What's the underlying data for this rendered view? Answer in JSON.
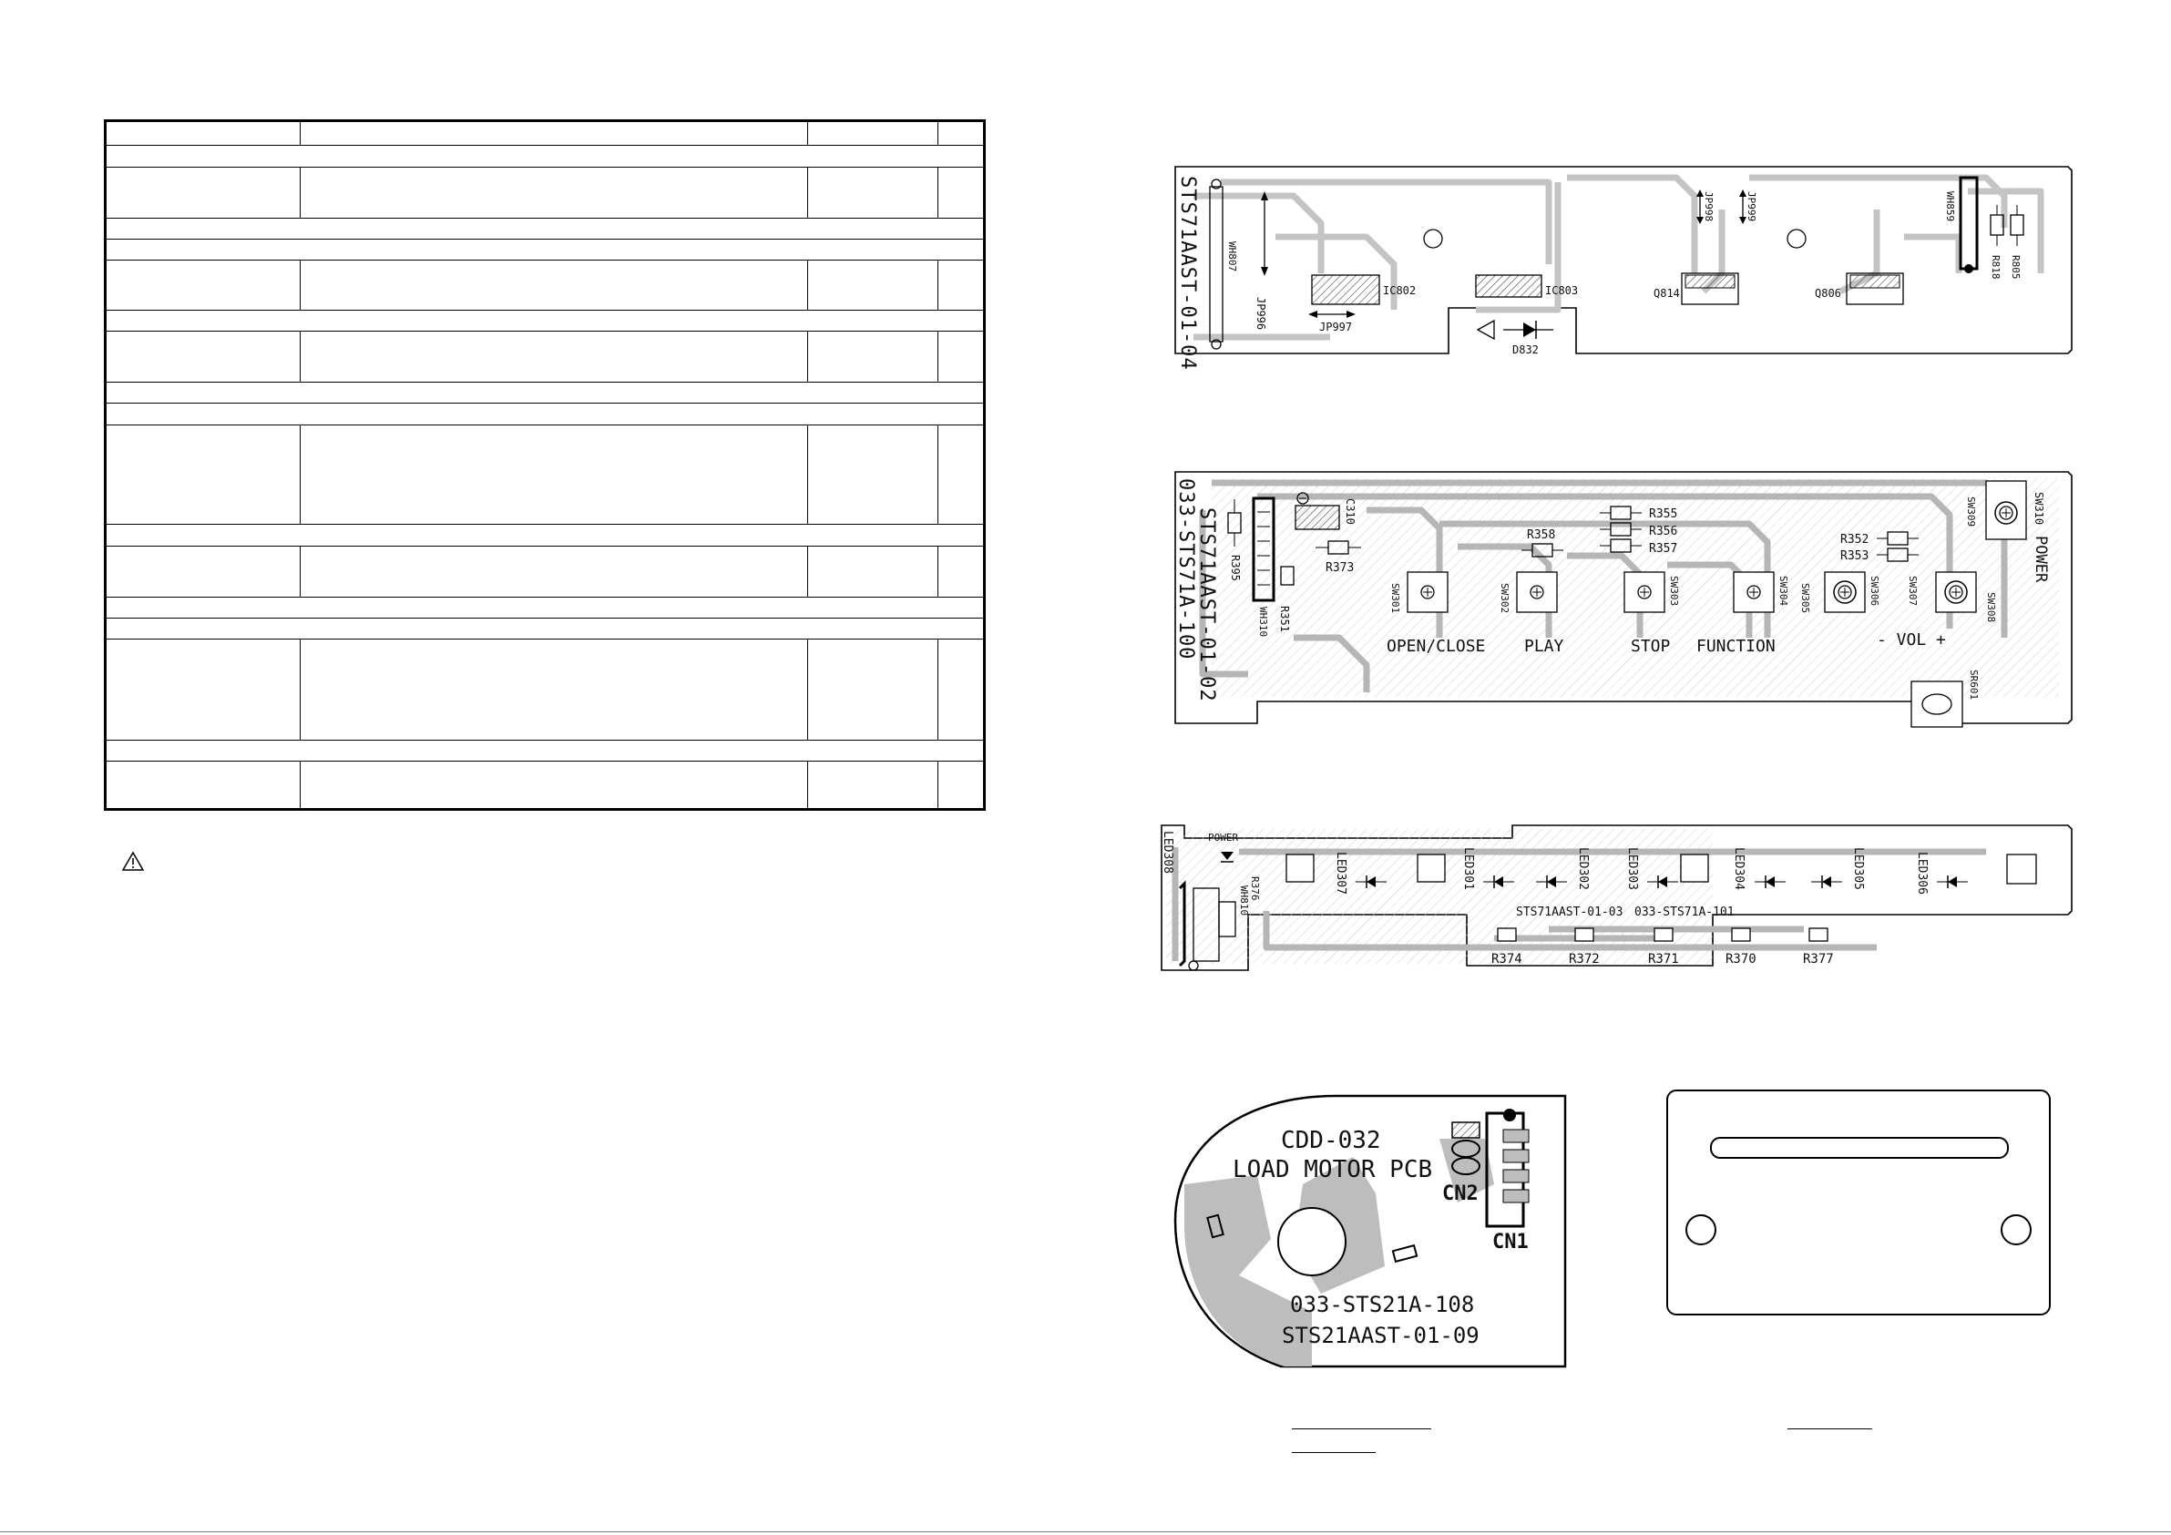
{
  "pcb_front": {
    "board_id": "STS71AAST-01-04",
    "refs": {
      "wh807": "WH807",
      "jp996": "JP996",
      "jp997": "JP997",
      "ic802": "IC802",
      "ic803": "IC803",
      "d832": "D832",
      "jp998": "JP998",
      "jp999": "JP999",
      "q814": "Q814",
      "q806": "Q806",
      "wh859": "WH859",
      "r818": "R818",
      "r805": "R805"
    }
  },
  "pcb_key": {
    "board_id": "STS71AAST-01-02",
    "board_code": "033-STS71A-100",
    "refs": {
      "r395": "R395",
      "wh310": "WH310",
      "r351": "R351",
      "c310": "C310",
      "r373": "R373",
      "r358": "R358",
      "r355": "R355",
      "r356": "R356",
      "r357": "R357",
      "r352": "R352",
      "r353": "R353",
      "sw301": "SW301",
      "sw302": "SW302",
      "sw303": "SW303",
      "sw304": "SW304",
      "sw305": "SW305",
      "sw306": "SW306",
      "sw307": "SW307",
      "sw308": "SW308",
      "sw309": "SW309",
      "sw310": "SW310",
      "power": "POWER",
      "sr601": "SR601"
    },
    "buttons": {
      "open_close": "OPEN/CLOSE",
      "play": "PLAY",
      "stop": "STOP",
      "function": "FUNCTION",
      "vol": "- VOL +"
    }
  },
  "pcb_led": {
    "board_id": "STS71AAST-01-03",
    "board_code": "033-STS71A-101",
    "refs": {
      "led308": "LED308",
      "power": "POWER",
      "wh810": "WH810",
      "r376": "R376",
      "led307": "LED307",
      "led301": "LED301",
      "led302": "LED302",
      "led303": "LED303",
      "led304": "LED304",
      "led305": "LED305",
      "led306": "LED306",
      "r374": "R374",
      "r372": "R372",
      "r371": "R371",
      "r370": "R370",
      "r377": "R377"
    }
  },
  "pcb_motor": {
    "model": "CDD-032",
    "title": "LOAD MOTOR PCB",
    "cn1": "CN1",
    "cn2": "CN2",
    "board_code": "033-STS21A-108",
    "board_id": "STS21AAST-01-09"
  }
}
